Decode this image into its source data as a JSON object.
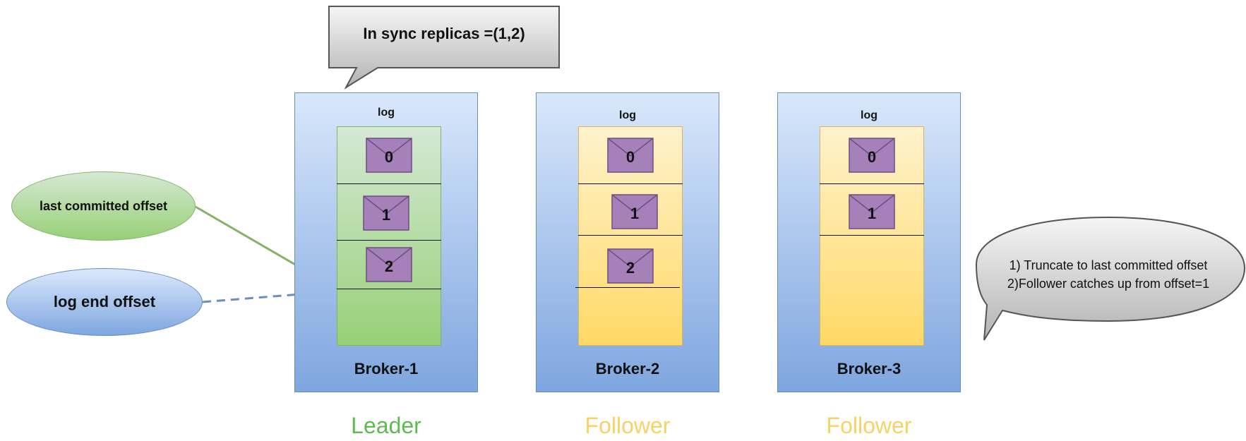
{
  "callout": {
    "text": "In sync replicas =(1,2)"
  },
  "annotations": {
    "last_committed_offset": "last committed offset",
    "log_end_offset": "log end offset",
    "follower_note_line1": "1) Truncate to last committed offset",
    "follower_note_line2": "2)Follower catches up from offset=1"
  },
  "brokers": [
    {
      "name": "Broker-1",
      "log_label": "log",
      "role": "Leader",
      "role_color": "#5dbb4f",
      "messages": [
        "0",
        "1",
        "2"
      ]
    },
    {
      "name": "Broker-2",
      "log_label": "log",
      "role": "Follower",
      "role_color": "#f7d365",
      "messages": [
        "0",
        "1",
        "2"
      ]
    },
    {
      "name": "Broker-3",
      "log_label": "log",
      "role": "Follower",
      "role_color": "#f7d365",
      "messages": [
        "0",
        "1"
      ]
    }
  ],
  "colors": {
    "broker_border": "#6c8ebf",
    "leader_log": "#97d077",
    "follower_log": "#ffd966",
    "message_envelope": "#a680b8",
    "arrow_green": "#82b366",
    "arrow_blue": "#6c8ebf"
  },
  "icons": {
    "message": "envelope-icon"
  }
}
